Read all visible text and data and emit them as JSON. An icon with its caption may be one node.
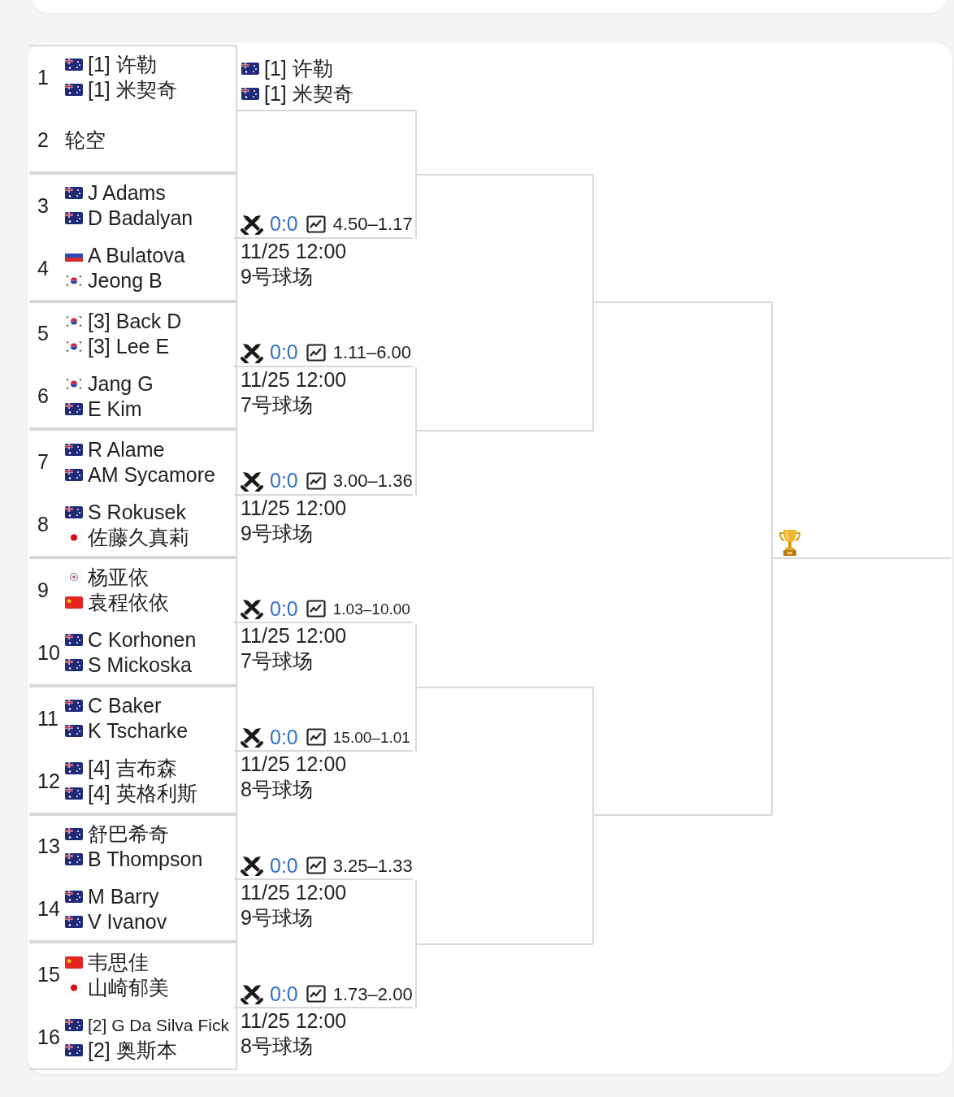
{
  "diagram": {
    "nodes": [
      {
        "text": [
          "1",
          "[1] 许勒",
          "[1] 米契奇"
        ]
      },
      {
        "text": [
          "2",
          "轮空"
        ]
      },
      {
        "text": [
          "3",
          "J Adams",
          "D Badalyan"
        ]
      },
      {
        "text": [
          "4",
          "A Bulatova",
          "Jeong B"
        ]
      },
      {
        "text": [
          "5",
          "[3] Back D",
          "[3] Lee E"
        ]
      },
      {
        "text": [
          "6",
          "Jang G",
          "E Kim"
        ]
      },
      {
        "text": [
          "7",
          "R Alame",
          "AM Sycamore"
        ]
      },
      {
        "text": [
          "8",
          "S Rokusek",
          "佐藤久真莉"
        ]
      },
      {
        "text": [
          "9",
          "杨亚依",
          "袁程依依"
        ]
      },
      {
        "text": [
          "10",
          "C Korhonen",
          "S Mickoska"
        ]
      },
      {
        "text": [
          "11",
          "C Baker",
          "K Tscharke"
        ]
      },
      {
        "text": [
          "12",
          "[4] 吉布森",
          "[4] 英格利斯"
        ]
      },
      {
        "text": [
          "13",
          "舒巴希奇",
          "B Thompson"
        ]
      },
      {
        "text": [
          "14",
          "M Barry",
          "V Ivanov"
        ]
      },
      {
        "text": [
          "15",
          "韦思佳",
          "山崎郁美"
        ]
      },
      {
        "text": [
          "16",
          "[2] G Da Silva Fick",
          "[2] 奥斯本"
        ]
      },
      {
        "text": [
          "[1] 许勒",
          "[1] 米契奇"
        ]
      },
      {
        "text": [
          "0:0",
          "4.50–1.17",
          "11/25 12:00",
          "9号球场"
        ]
      },
      {
        "text": [
          "0:0",
          "1.11–6.00",
          "11/25 12:00",
          "7号球场"
        ]
      },
      {
        "text": [
          "0:0",
          "3.00–1.36",
          "11/25 12:00",
          "9号球场"
        ]
      },
      {
        "text": [
          "0:0",
          "1.03–10.00",
          "11/25 12:00",
          "7号球场"
        ]
      },
      {
        "text": [
          "0:0",
          "15.00–1.01",
          "11/25 12:00",
          "8号球场"
        ]
      },
      {
        "text": [
          "0:0",
          "3.25–1.33",
          "11/25 12:00",
          "9号球场"
        ]
      },
      {
        "text": [
          "0:0",
          "1.73–2.00",
          "11/25 12:00",
          "8号球场"
        ]
      },
      {
        "text": [],
        "shape": "line"
      },
      {
        "text": [],
        "shape": "line"
      },
      {
        "text": [],
        "shape": "line"
      },
      {
        "text": [],
        "shape": "line"
      },
      {
        "text": [],
        "shape": "line"
      },
      {
        "text": [],
        "shape": "line"
      },
      {
        "text": [],
        "shape": "line"
      }
    ],
    "edges": [
      {
        "from": 16,
        "to": 24,
        "arrow": "none"
      },
      {
        "from": 17,
        "to": 24,
        "arrow": "none"
      },
      {
        "from": 18,
        "to": 25,
        "arrow": "none"
      },
      {
        "from": 19,
        "to": 25,
        "arrow": "none"
      },
      {
        "from": 20,
        "to": 26,
        "arrow": "none"
      },
      {
        "from": 21,
        "to": 26,
        "arrow": "none"
      },
      {
        "from": 22,
        "to": 27,
        "arrow": "none"
      },
      {
        "from": 23,
        "to": 27,
        "arrow": "none"
      },
      {
        "from": 24,
        "to": 28,
        "arrow": "none"
      },
      {
        "from": 25,
        "to": 28,
        "arrow": "none"
      },
      {
        "from": 26,
        "to": 29,
        "arrow": "none"
      },
      {
        "from": 27,
        "to": 29,
        "arrow": "none"
      },
      {
        "from": 28,
        "to": 30,
        "arrow": "none"
      },
      {
        "from": 29,
        "to": 30,
        "arrow": "none"
      }
    ]
  }
}
